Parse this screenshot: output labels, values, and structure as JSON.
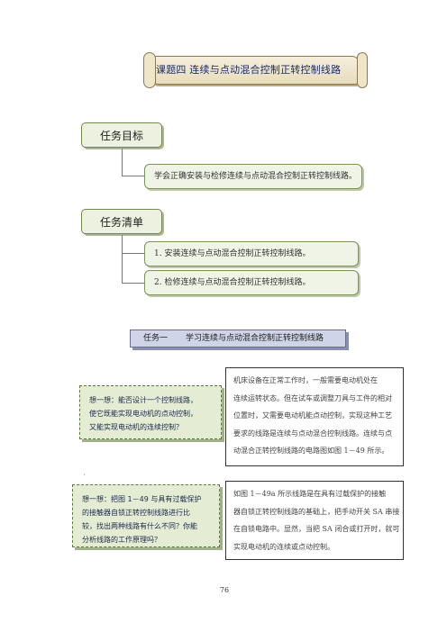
{
  "header": {
    "title": "课题四    连续与点动混合控制正转控制线路"
  },
  "objectives": {
    "heading": "任务目标",
    "item": "学会正确安装与检修连续与点动混合控制正转控制线路。"
  },
  "task_list": {
    "heading": "任务清单",
    "items": [
      "1.  安装连续与点动混合控制正转控制线路。",
      "2.  检修连续与点动混合控制正转控制线路。"
    ]
  },
  "task_one": {
    "label": "任务一",
    "title": "学习连续与点动混合控制正转控制线路"
  },
  "think1": {
    "lines": [
      "想一想：能否设计一个控制线路，",
      "使它既能实现电动机的点动控制，",
      "又能实现电动机的连续控制？"
    ]
  },
  "text1": {
    "lines": [
      "机床设备在正常工作时，一般需要电动机处在",
      "连续运转状态。但在试车或调整刀具与工件的相对",
      "位置时，又需要电动机能点动控制，实现这种工艺",
      "要求的线路是连续与点动混合控制线路。连续与点",
      "动混合正转控制线路的电路图如图 1－49 所示。"
    ]
  },
  "mark": "·",
  "think2": {
    "lines": [
      "想一想：把图 1－49 与具有过载保护",
      "的接触器自锁正转控制线路进行比",
      "较，找出两种线路有什么不同？你能",
      "分析线路的工作原理吗？"
    ]
  },
  "text2": {
    "lines": [
      "如图 1－49a 所示线路是在具有过载保护的接触",
      "器自锁正转控制线路的基础上，把手动开关 SA 串接",
      "在自锁电路中。显然，当把 SA 闭合或打开时，就可",
      "实现电动机的连续或点动控制。"
    ]
  },
  "page_number": "76"
}
